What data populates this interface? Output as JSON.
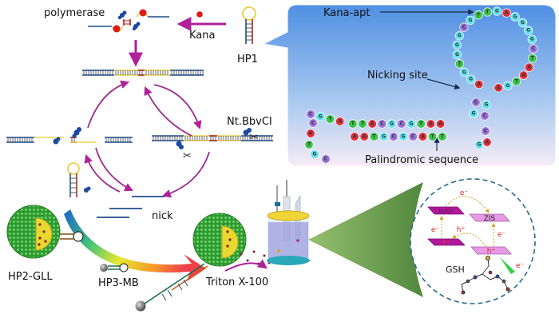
{
  "labels": {
    "polymerase": "polymerase",
    "kana": "Kana",
    "hp1": "HP1",
    "enzyme": "Nt.BbvCI",
    "nick": "nick",
    "hp2": "HP2-GLL",
    "hp3": "HP3-MB",
    "triton": "Triton X-100",
    "gsh": "GSH"
  },
  "callout": {
    "kana_apt": "Kana-apt",
    "nicking_site": "Nicking site",
    "palindromic": "Palindromic sequence",
    "loop_sequence": [
      "A",
      "G",
      "G",
      "T",
      "G",
      "G",
      "G",
      "C",
      "G",
      "T",
      "T",
      "G",
      "A",
      "G",
      "G",
      "G",
      "G",
      "C",
      "T",
      "A",
      "A",
      "T",
      "G",
      "A"
    ],
    "stem_top": [
      "C",
      "G",
      "T",
      "A",
      "T",
      "T",
      "A",
      "C",
      "G",
      "C",
      "G",
      "T",
      "A",
      "A"
    ],
    "stem_bottom": [
      "A",
      "A",
      "T",
      "G",
      "C",
      "G",
      "C",
      "A",
      "T",
      "T"
    ],
    "tail": [
      "C",
      "A",
      "T",
      "G",
      "C"
    ],
    "neck_left": [
      "C",
      "G"
    ],
    "neck_right": [
      "G",
      "C",
      "C",
      "A",
      "G"
    ]
  },
  "inset": {
    "material_left": "In₂O₃",
    "material_right": "ZIS",
    "electron": "e⁻",
    "hole": "h⁺"
  },
  "colors": {
    "arrow": "#b0209a",
    "callout_top": "#4f8fe3",
    "callout_bottom": "#f4eaf4",
    "nuc_A": "#e0303a",
    "nuc_T": "#3cc24a",
    "nuc_G": "#5fe0ee",
    "nuc_C": "#9a70d8",
    "dna_strand": "#1f4e8c",
    "dna_yellow": "#e8d44a",
    "dna_red": "#b02020",
    "liposome": "#3aa83a",
    "plate_dark": "#b0189a",
    "plate_light": "#e89ae6"
  }
}
